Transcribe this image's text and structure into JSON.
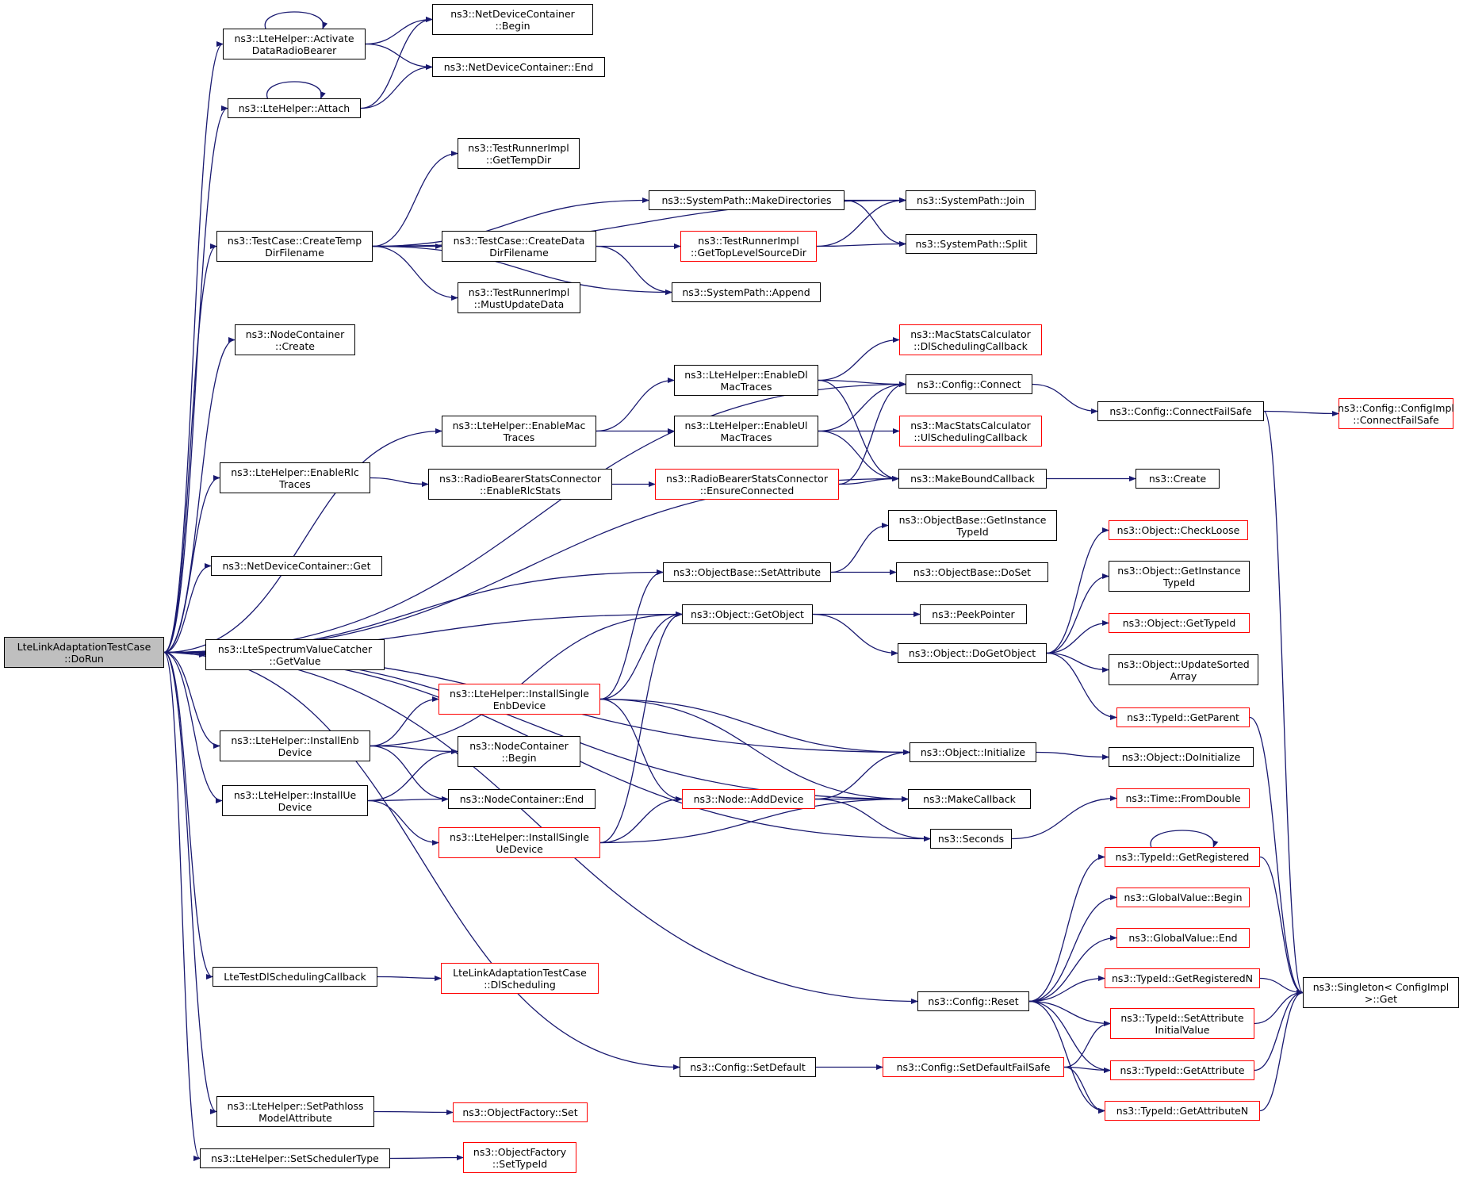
{
  "colors": {
    "edge": "#191970",
    "border": "#000000",
    "partial_border": "#ff0000",
    "root_fill": "#bfbfbf",
    "background": "#ffffff"
  },
  "nodes": [
    {
      "id": "root",
      "label": "LteLinkAdaptationTestCase\n::DoRun",
      "style": "root"
    },
    {
      "id": "activate",
      "label": "ns3::LteHelper::Activate\nDataRadioBearer",
      "style": "normal"
    },
    {
      "id": "attach",
      "label": "ns3::LteHelper::Attach",
      "style": "normal"
    },
    {
      "id": "ndcBegin",
      "label": "ns3::NetDeviceContainer\n::Begin",
      "style": "normal"
    },
    {
      "id": "ndcEnd",
      "label": "ns3::NetDeviceContainer::End",
      "style": "normal"
    },
    {
      "id": "createTemp",
      "label": "ns3::TestCase::CreateTemp\nDirFilename",
      "style": "normal"
    },
    {
      "id": "getTempDir",
      "label": "ns3::TestRunnerImpl\n::GetTempDir",
      "style": "normal"
    },
    {
      "id": "makeDirs",
      "label": "ns3::SystemPath::MakeDirectories",
      "style": "normal"
    },
    {
      "id": "join",
      "label": "ns3::SystemPath::Join",
      "style": "normal"
    },
    {
      "id": "split",
      "label": "ns3::SystemPath::Split",
      "style": "normal"
    },
    {
      "id": "createData",
      "label": "ns3::TestCase::CreateData\nDirFilename",
      "style": "normal"
    },
    {
      "id": "getTop",
      "label": "ns3::TestRunnerImpl\n::GetTopLevelSourceDir",
      "style": "partial"
    },
    {
      "id": "mustUpdate",
      "label": "ns3::TestRunnerImpl\n::MustUpdateData",
      "style": "normal"
    },
    {
      "id": "append",
      "label": "ns3::SystemPath::Append",
      "style": "normal"
    },
    {
      "id": "ncCreate",
      "label": "ns3::NodeContainer\n::Create",
      "style": "normal"
    },
    {
      "id": "dlSchedCb",
      "label": "ns3::MacStatsCalculator\n::DlSchedulingCallback",
      "style": "partial"
    },
    {
      "id": "enableDl",
      "label": "ns3::LteHelper::EnableDl\nMacTraces",
      "style": "normal"
    },
    {
      "id": "connect",
      "label": "ns3::Config::Connect",
      "style": "normal"
    },
    {
      "id": "connectFS",
      "label": "ns3::Config::ConnectFailSafe",
      "style": "normal"
    },
    {
      "id": "implConnectFS",
      "label": "ns3::Config::ConfigImpl\n::ConnectFailSafe",
      "style": "partial"
    },
    {
      "id": "enableMac",
      "label": "ns3::LteHelper::EnableMac\nTraces",
      "style": "normal"
    },
    {
      "id": "enableUl",
      "label": "ns3::LteHelper::EnableUl\nMacTraces",
      "style": "normal"
    },
    {
      "id": "ulSchedCb",
      "label": "ns3::MacStatsCalculator\n::UlSchedulingCallback",
      "style": "partial"
    },
    {
      "id": "enableRlc",
      "label": "ns3::LteHelper::EnableRlc\nTraces",
      "style": "normal"
    },
    {
      "id": "enableRlcStats",
      "label": "ns3::RadioBearerStatsConnector\n::EnableRlcStats",
      "style": "normal"
    },
    {
      "id": "ensureConnected",
      "label": "ns3::RadioBearerStatsConnector\n::EnsureConnected",
      "style": "partial"
    },
    {
      "id": "makeBound",
      "label": "ns3::MakeBoundCallback",
      "style": "normal"
    },
    {
      "id": "create",
      "label": "ns3::Create",
      "style": "normal"
    },
    {
      "id": "ndcGet",
      "label": "ns3::NetDeviceContainer::Get",
      "style": "normal"
    },
    {
      "id": "obGetInst",
      "label": "ns3::ObjectBase::GetInstance\nTypeId",
      "style": "normal"
    },
    {
      "id": "setAttr",
      "label": "ns3::ObjectBase::SetAttribute",
      "style": "normal"
    },
    {
      "id": "doSet",
      "label": "ns3::ObjectBase::DoSet",
      "style": "normal"
    },
    {
      "id": "checkLoose",
      "label": "ns3::Object::CheckLoose",
      "style": "partial"
    },
    {
      "id": "objGetInst",
      "label": "ns3::Object::GetInstance\nTypeId",
      "style": "normal"
    },
    {
      "id": "getObject",
      "label": "ns3::Object::GetObject",
      "style": "normal"
    },
    {
      "id": "peek",
      "label": "ns3::PeekPointer",
      "style": "normal"
    },
    {
      "id": "objGetTypeId",
      "label": "ns3::Object::GetTypeId",
      "style": "partial"
    },
    {
      "id": "lteSVC",
      "label": "ns3::LteSpectrumValueCatcher\n::GetValue",
      "style": "normal"
    },
    {
      "id": "doGetObject",
      "label": "ns3::Object::DoGetObject",
      "style": "normal"
    },
    {
      "id": "updateSorted",
      "label": "ns3::Object::UpdateSorted\nArray",
      "style": "normal"
    },
    {
      "id": "installSingleEnb",
      "label": "ns3::LteHelper::InstallSingle\nEnbDevice",
      "style": "partial"
    },
    {
      "id": "getParent",
      "label": "ns3::TypeId::GetParent",
      "style": "partial"
    },
    {
      "id": "installEnb",
      "label": "ns3::LteHelper::InstallEnb\nDevice",
      "style": "normal"
    },
    {
      "id": "ncBegin",
      "label": "ns3::NodeContainer\n::Begin",
      "style": "normal"
    },
    {
      "id": "initialize",
      "label": "ns3::Object::Initialize",
      "style": "normal"
    },
    {
      "id": "doInitialize",
      "label": "ns3::Object::DoInitialize",
      "style": "normal"
    },
    {
      "id": "installUe",
      "label": "ns3::LteHelper::InstallUe\nDevice",
      "style": "normal"
    },
    {
      "id": "ncEnd",
      "label": "ns3::NodeContainer::End",
      "style": "normal"
    },
    {
      "id": "addDevice",
      "label": "ns3::Node::AddDevice",
      "style": "partial"
    },
    {
      "id": "makeCallback",
      "label": "ns3::MakeCallback",
      "style": "normal"
    },
    {
      "id": "fromDouble",
      "label": "ns3::Time::FromDouble",
      "style": "partial"
    },
    {
      "id": "installSingleUe",
      "label": "ns3::LteHelper::InstallSingle\nUeDevice",
      "style": "partial"
    },
    {
      "id": "seconds",
      "label": "ns3::Seconds",
      "style": "normal"
    },
    {
      "id": "getRegistered",
      "label": "ns3::TypeId::GetRegistered",
      "style": "partial"
    },
    {
      "id": "gvBegin",
      "label": "ns3::GlobalValue::Begin",
      "style": "partial"
    },
    {
      "id": "gvEnd",
      "label": "ns3::GlobalValue::End",
      "style": "partial"
    },
    {
      "id": "lteTestDl",
      "label": "LteTestDlSchedulingCallback",
      "style": "normal"
    },
    {
      "id": "dlScheduling",
      "label": "LteLinkAdaptationTestCase\n::DlScheduling",
      "style": "partial"
    },
    {
      "id": "getRegisteredN",
      "label": "ns3::TypeId::GetRegisteredN",
      "style": "partial"
    },
    {
      "id": "singletonGet",
      "label": "ns3::Singleton< ConfigImpl\n >::Get",
      "style": "normal"
    },
    {
      "id": "reset",
      "label": "ns3::Config::Reset",
      "style": "normal"
    },
    {
      "id": "setAttrInit",
      "label": "ns3::TypeId::SetAttribute\nInitialValue",
      "style": "partial"
    },
    {
      "id": "setDefault",
      "label": "ns3::Config::SetDefault",
      "style": "normal"
    },
    {
      "id": "setDefaultFS",
      "label": "ns3::Config::SetDefaultFailSafe",
      "style": "partial"
    },
    {
      "id": "getAttribute",
      "label": "ns3::TypeId::GetAttribute",
      "style": "partial"
    },
    {
      "id": "getAttributeN",
      "label": "ns3::TypeId::GetAttributeN",
      "style": "partial"
    },
    {
      "id": "setPathloss",
      "label": "ns3::LteHelper::SetPathloss\nModelAttribute",
      "style": "normal"
    },
    {
      "id": "ofSet",
      "label": "ns3::ObjectFactory::Set",
      "style": "partial"
    },
    {
      "id": "setScheduler",
      "label": "ns3::LteHelper::SetSchedulerType",
      "style": "normal"
    },
    {
      "id": "ofSetTypeId",
      "label": "ns3::ObjectFactory\n::SetTypeId",
      "style": "partial"
    }
  ],
  "edges": [
    [
      "root",
      "activate"
    ],
    [
      "root",
      "attach"
    ],
    [
      "root",
      "createTemp"
    ],
    [
      "root",
      "ncCreate"
    ],
    [
      "root",
      "connect"
    ],
    [
      "root",
      "enableMac"
    ],
    [
      "root",
      "enableRlc"
    ],
    [
      "root",
      "makeBound"
    ],
    [
      "root",
      "ndcGet"
    ],
    [
      "root",
      "setAttr"
    ],
    [
      "root",
      "getObject"
    ],
    [
      "root",
      "lteSVC"
    ],
    [
      "root",
      "initialize"
    ],
    [
      "root",
      "installEnb"
    ],
    [
      "root",
      "installUe"
    ],
    [
      "root",
      "makeCallback"
    ],
    [
      "root",
      "seconds"
    ],
    [
      "root",
      "lteTestDl"
    ],
    [
      "root",
      "reset"
    ],
    [
      "root",
      "setDefault"
    ],
    [
      "root",
      "setPathloss"
    ],
    [
      "root",
      "setScheduler"
    ],
    [
      "activate",
      "activate"
    ],
    [
      "activate",
      "ndcBegin"
    ],
    [
      "activate",
      "ndcEnd"
    ],
    [
      "attach",
      "attach"
    ],
    [
      "attach",
      "ndcBegin"
    ],
    [
      "attach",
      "ndcEnd"
    ],
    [
      "createTemp",
      "getTempDir"
    ],
    [
      "createTemp",
      "makeDirs"
    ],
    [
      "createTemp",
      "join"
    ],
    [
      "createTemp",
      "createData"
    ],
    [
      "createTemp",
      "mustUpdate"
    ],
    [
      "createTemp",
      "append"
    ],
    [
      "makeDirs",
      "join"
    ],
    [
      "makeDirs",
      "split"
    ],
    [
      "createData",
      "getTop"
    ],
    [
      "createData",
      "append"
    ],
    [
      "getTop",
      "join"
    ],
    [
      "getTop",
      "split"
    ],
    [
      "enableMac",
      "enableDl"
    ],
    [
      "enableMac",
      "enableUl"
    ],
    [
      "enableDl",
      "dlSchedCb"
    ],
    [
      "enableDl",
      "connect"
    ],
    [
      "enableDl",
      "makeBound"
    ],
    [
      "enableUl",
      "connect"
    ],
    [
      "enableUl",
      "ulSchedCb"
    ],
    [
      "enableUl",
      "makeBound"
    ],
    [
      "connect",
      "connectFS"
    ],
    [
      "connectFS",
      "implConnectFS"
    ],
    [
      "connectFS",
      "singletonGet"
    ],
    [
      "enableRlc",
      "enableRlcStats"
    ],
    [
      "enableRlcStats",
      "ensureConnected"
    ],
    [
      "ensureConnected",
      "connect"
    ],
    [
      "ensureConnected",
      "makeBound"
    ],
    [
      "makeBound",
      "create"
    ],
    [
      "setAttr",
      "obGetInst"
    ],
    [
      "setAttr",
      "doSet"
    ],
    [
      "getObject",
      "peek"
    ],
    [
      "getObject",
      "doGetObject"
    ],
    [
      "doGetObject",
      "checkLoose"
    ],
    [
      "doGetObject",
      "objGetInst"
    ],
    [
      "doGetObject",
      "objGetTypeId"
    ],
    [
      "doGetObject",
      "updateSorted"
    ],
    [
      "doGetObject",
      "getParent"
    ],
    [
      "getParent",
      "singletonGet"
    ],
    [
      "installEnb",
      "installSingleEnb"
    ],
    [
      "installEnb",
      "getObject"
    ],
    [
      "installEnb",
      "ncBegin"
    ],
    [
      "installEnb",
      "ncEnd"
    ],
    [
      "installSingleEnb",
      "setAttr"
    ],
    [
      "installSingleEnb",
      "getObject"
    ],
    [
      "installSingleEnb",
      "initialize"
    ],
    [
      "installSingleEnb",
      "addDevice"
    ],
    [
      "installSingleEnb",
      "makeCallback"
    ],
    [
      "installUe",
      "ncBegin"
    ],
    [
      "installUe",
      "ncEnd"
    ],
    [
      "installUe",
      "installSingleUe"
    ],
    [
      "installSingleUe",
      "getObject"
    ],
    [
      "installSingleUe",
      "addDevice"
    ],
    [
      "installSingleUe",
      "makeCallback"
    ],
    [
      "addDevice",
      "initialize"
    ],
    [
      "addDevice",
      "makeCallback"
    ],
    [
      "addDevice",
      "seconds"
    ],
    [
      "initialize",
      "doInitialize"
    ],
    [
      "seconds",
      "fromDouble"
    ],
    [
      "lteTestDl",
      "dlScheduling"
    ],
    [
      "getRegistered",
      "getRegistered"
    ],
    [
      "getRegistered",
      "singletonGet"
    ],
    [
      "reset",
      "getRegistered"
    ],
    [
      "reset",
      "gvBegin"
    ],
    [
      "reset",
      "gvEnd"
    ],
    [
      "reset",
      "getRegisteredN"
    ],
    [
      "reset",
      "setAttrInit"
    ],
    [
      "reset",
      "getAttribute"
    ],
    [
      "reset",
      "getAttributeN"
    ],
    [
      "getRegisteredN",
      "singletonGet"
    ],
    [
      "setAttrInit",
      "singletonGet"
    ],
    [
      "getAttribute",
      "singletonGet"
    ],
    [
      "getAttributeN",
      "singletonGet"
    ],
    [
      "setDefault",
      "setDefaultFS"
    ],
    [
      "setDefaultFS",
      "setAttrInit"
    ],
    [
      "setDefaultFS",
      "getAttribute"
    ],
    [
      "setDefaultFS",
      "getAttributeN"
    ],
    [
      "setPathloss",
      "ofSet"
    ],
    [
      "setScheduler",
      "ofSetTypeId"
    ]
  ]
}
